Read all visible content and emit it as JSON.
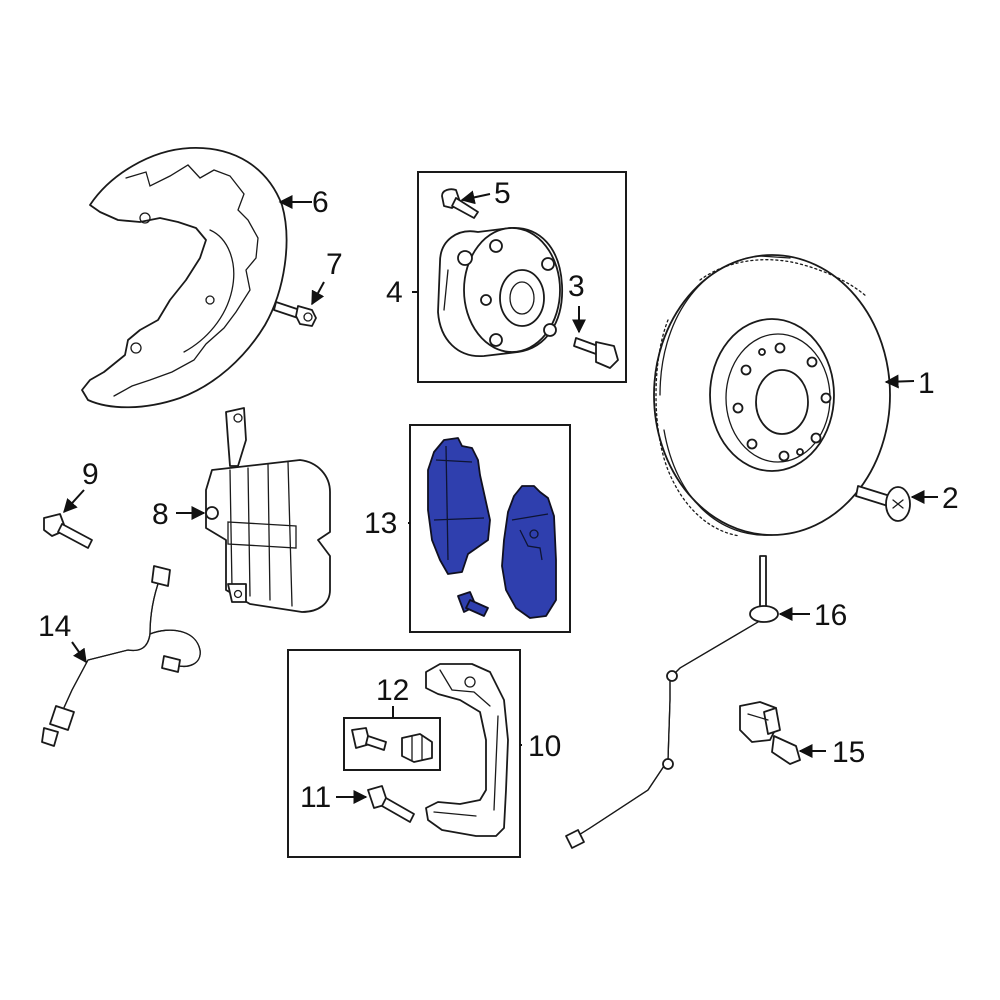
{
  "colors": {
    "highlight": "#2f3fae",
    "line": "#1a1a1a",
    "background": "#ffffff"
  },
  "callouts": {
    "c1": "1",
    "c2": "2",
    "c3": "3",
    "c4": "4",
    "c5": "5",
    "c6": "6",
    "c7": "7",
    "c8": "8",
    "c9": "9",
    "c10": "10",
    "c11": "11",
    "c12": "12",
    "c13": "13",
    "c14": "14",
    "c15": "15",
    "c16": "16"
  }
}
